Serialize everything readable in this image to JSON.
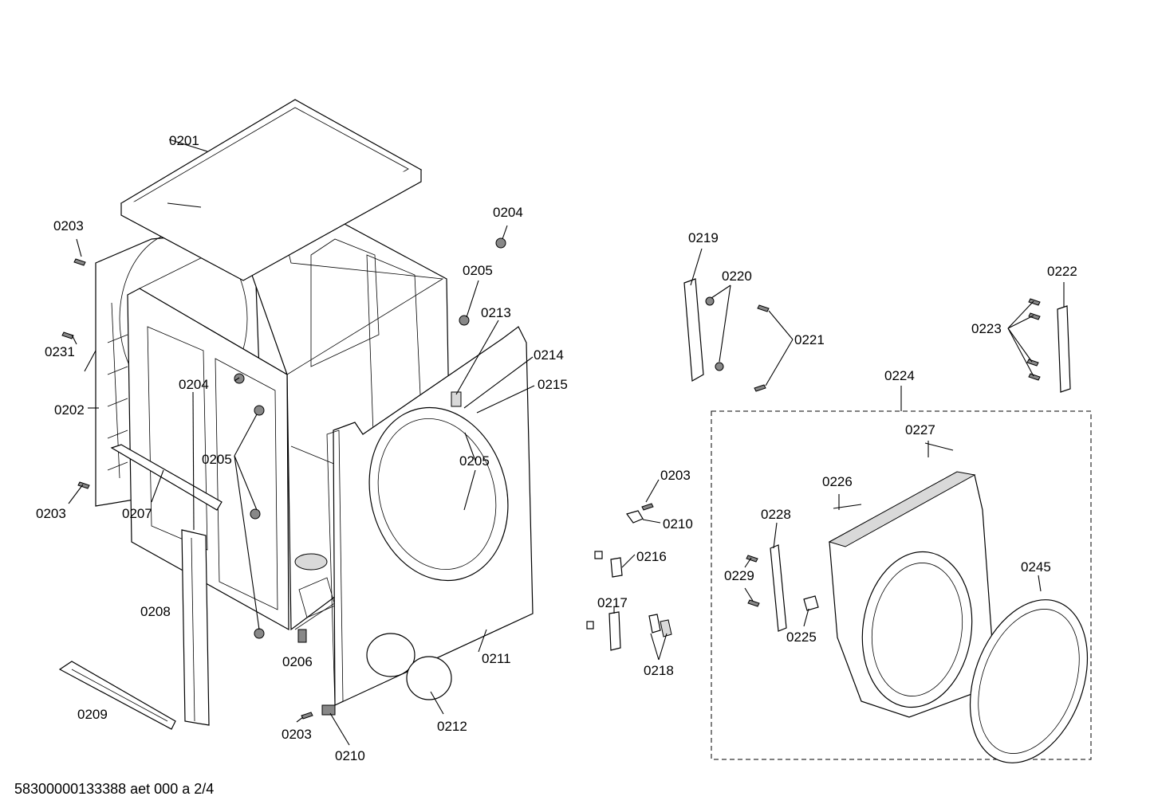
{
  "document_id": "58300000133388 aet 000 a 2/4",
  "callouts": {
    "c0201": "0201",
    "c0202": "0202",
    "c0203": "0203",
    "c0204": "0204",
    "c0205": "0205",
    "c0206": "0206",
    "c0207": "0207",
    "c0208": "0208",
    "c0209": "0209",
    "c0210": "0210",
    "c0211": "0211",
    "c0212": "0212",
    "c0213": "0213",
    "c0214": "0214",
    "c0215": "0215",
    "c0216": "0216",
    "c0217": "0217",
    "c0218": "0218",
    "c0219": "0219",
    "c0220": "0220",
    "c0221": "0221",
    "c0222": "0222",
    "c0223": "0223",
    "c0224": "0224",
    "c0225": "0225",
    "c0226": "0226",
    "c0227": "0227",
    "c0228": "0228",
    "c0229": "0229",
    "c0231": "0231",
    "c0245": "0245"
  }
}
